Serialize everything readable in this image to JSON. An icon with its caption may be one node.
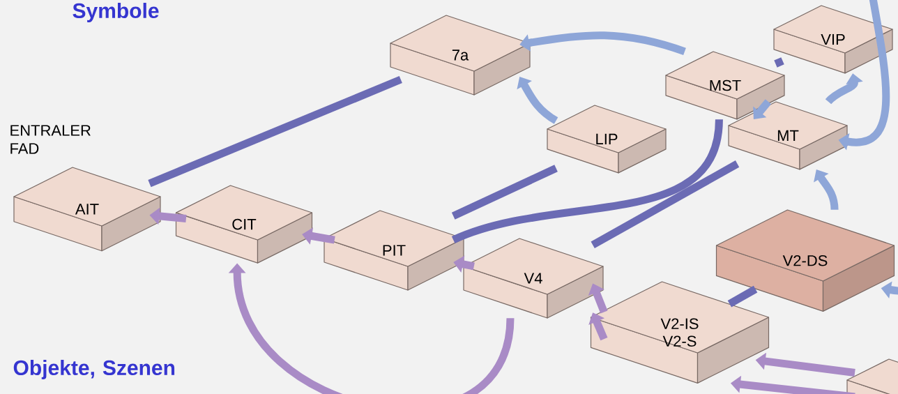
{
  "diagram": {
    "nodes": [
      {
        "text": [
          "7a"
        ]
      },
      {
        "text": [
          "VIP"
        ]
      },
      {
        "text": [
          "MST"
        ]
      },
      {
        "text": [
          "LIP"
        ]
      },
      {
        "text": [
          "MT"
        ]
      },
      {
        "text": [
          "AIT"
        ]
      },
      {
        "text": [
          "CIT"
        ]
      },
      {
        "text": [
          "PIT"
        ]
      },
      {
        "text": [
          "V4"
        ]
      },
      {
        "text": [
          "V2-DS"
        ]
      },
      {
        "text": [
          "V2-IS",
          "V2-S"
        ]
      },
      {
        "text": [],
        "shape": "box"
      }
    ],
    "edges": [
      {
        "from": 5,
        "to": 0,
        "arrow": "none",
        "color": "#6b6bb4"
      },
      {
        "from": 7,
        "to": 3,
        "arrow": "none",
        "color": "#6b6bb4"
      },
      {
        "from": 7,
        "to": 2,
        "arrow": "none",
        "color": "#6b6bb4"
      },
      {
        "from": 8,
        "to": 4,
        "arrow": "none",
        "color": "#6b6bb4"
      },
      {
        "from": 2,
        "to": 1,
        "arrow": "none",
        "color": "#6b6bb4"
      },
      {
        "from": 10,
        "to": 9,
        "arrow": "none",
        "color": "#6b6bb4"
      },
      {
        "from": 2,
        "to": 0,
        "arrow": "to",
        "color": "#8ea6d8"
      },
      {
        "from": 3,
        "to": 0,
        "arrow": "to",
        "color": "#8ea6d8"
      },
      {
        "from": 4,
        "to": 2,
        "arrow": "to",
        "color": "#8ea6d8"
      },
      {
        "from": 4,
        "to": 1,
        "arrow": "to",
        "color": "#8ea6d8"
      },
      {
        "from": 9,
        "to": 4,
        "arrow": "to",
        "color": "#8ea6d8"
      },
      {
        "from": null,
        "to": 4,
        "arrow": "to",
        "color": "#8ea6d8"
      },
      {
        "from": null,
        "to": 9,
        "arrow": "to",
        "color": "#8ea6d8"
      },
      {
        "from": 6,
        "to": 5,
        "arrow": "to",
        "color": "#a98bc6"
      },
      {
        "from": 7,
        "to": 6,
        "arrow": "to",
        "color": "#a98bc6"
      },
      {
        "from": 8,
        "to": 7,
        "arrow": "to",
        "color": "#a98bc6"
      },
      {
        "from": 8,
        "to": 6,
        "arrow": "to",
        "color": "#a98bc6"
      },
      {
        "from": 10,
        "to": 8,
        "arrow": "to",
        "color": "#a98bc6"
      },
      {
        "from": 10,
        "to": 8,
        "arrow": "to",
        "color": "#a98bc6"
      },
      {
        "from": 11,
        "to": 10,
        "arrow": "to",
        "color": "#a98bc6"
      },
      {
        "from": 11,
        "to": 10,
        "arrow": "to",
        "color": "#a98bc6"
      }
    ],
    "labels": [
      "Symbole",
      "ENTRALER FAD",
      "Objekte, Szenen"
    ]
  }
}
